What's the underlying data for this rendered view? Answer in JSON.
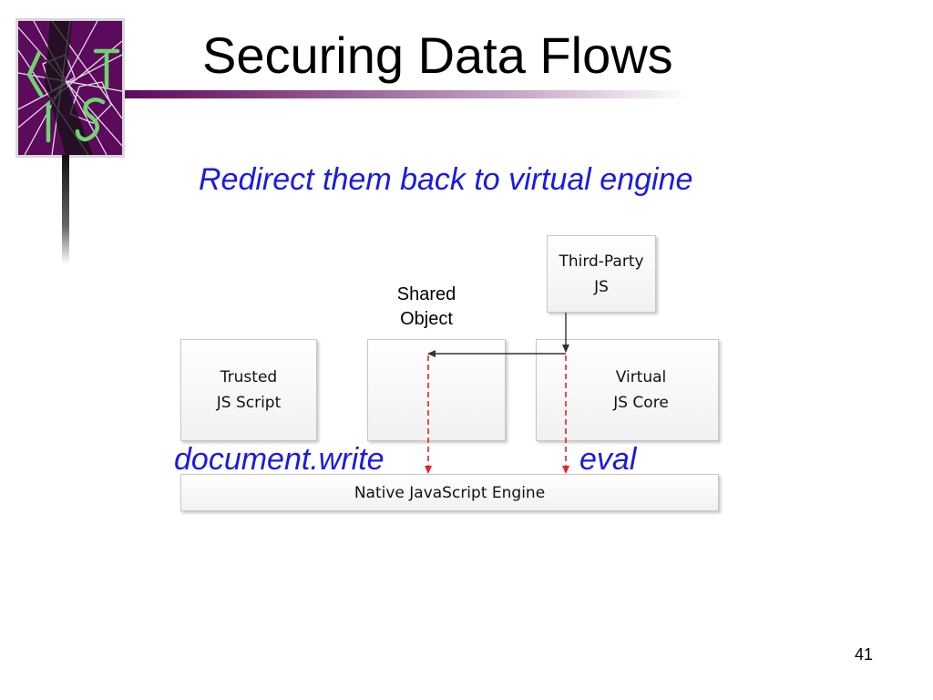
{
  "slide": {
    "title": "Securing Data Flows",
    "subtitle": "Redirect them back to virtual engine",
    "page_number": "41"
  },
  "logo": {
    "letters": [
      "L",
      "T",
      "I",
      "S"
    ],
    "background_color": "#5c0a5c",
    "letter_color": "#6fd66f"
  },
  "diagram": {
    "third_party_box": {
      "label": "Third-Party\nJS"
    },
    "trusted_box": {
      "label": "Trusted\nJS Script"
    },
    "shared_object_label": "Shared\nObject",
    "virtual_core_box": {
      "label": "Virtual\nJS Core"
    },
    "native_engine_box": {
      "label": "Native JavaScript Engine"
    },
    "calls": {
      "document_write": "document.write",
      "eval": "eval"
    },
    "colors": {
      "accent_text": "#1a1ae6",
      "redirect_arrow": "#e8241e",
      "flow_arrow": "#333333"
    }
  }
}
